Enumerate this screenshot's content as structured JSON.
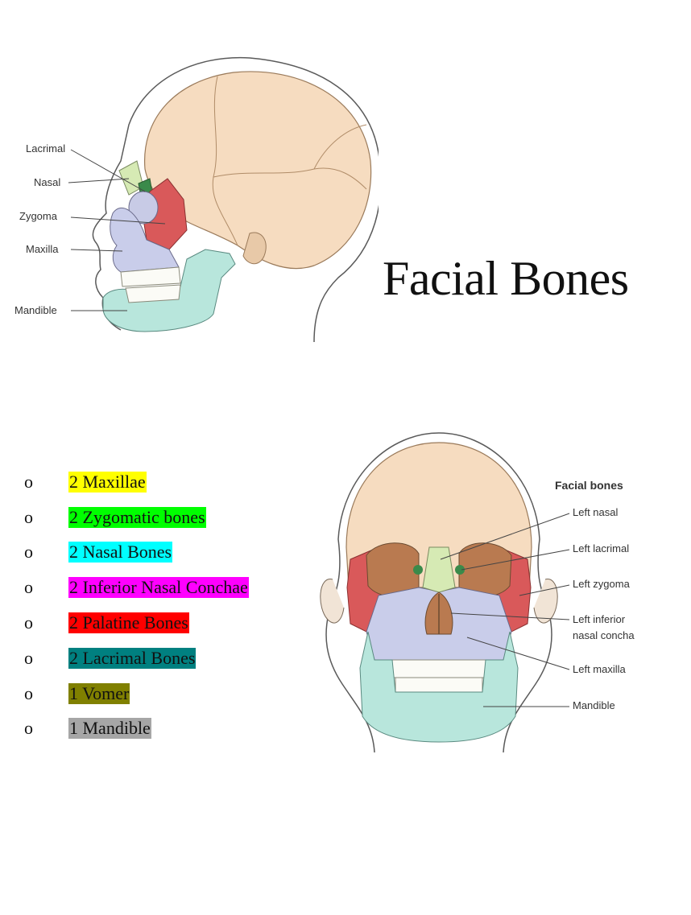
{
  "title": "Facial Bones",
  "bone_list": [
    {
      "text": "2 Maxillae",
      "highlight": "#ffff00"
    },
    {
      "text": "2 Zygomatic bones",
      "highlight": "#00ff00"
    },
    {
      "text": "2 Nasal Bones",
      "highlight": "#00ffff"
    },
    {
      "text": "2 Inferior Nasal Conchae",
      "highlight": "#ff00ff"
    },
    {
      "text": "2 Palatine Bones",
      "highlight": "#ff0000"
    },
    {
      "text": "2 Lacrimal Bones",
      "highlight": "#008080"
    },
    {
      "text": "1 Vomer",
      "highlight": "#808000"
    },
    {
      "text": "1 Mandible",
      "highlight": "#a6a6a6"
    }
  ],
  "bullet_char": "o",
  "lateral_figure": {
    "labels": [
      "Lacrimal",
      "Nasal",
      "Zygoma",
      "Maxilla",
      "Mandible"
    ]
  },
  "frontal_figure": {
    "heading": "Facial bones",
    "labels": [
      "Left nasal",
      "Left lacrimal",
      "Left zygoma",
      "Left inferior",
      "nasal concha",
      "Left maxilla",
      "Mandible"
    ]
  },
  "colors": {
    "cranium": "#f6dcc0",
    "maxilla": "#c9cdea",
    "mandible": "#b8e6dc",
    "zygoma": "#d9595a",
    "nasal": "#d6eab4",
    "lacrimal": "#3a8a4a",
    "orbit": "#b97a50",
    "outline": "#555555"
  }
}
